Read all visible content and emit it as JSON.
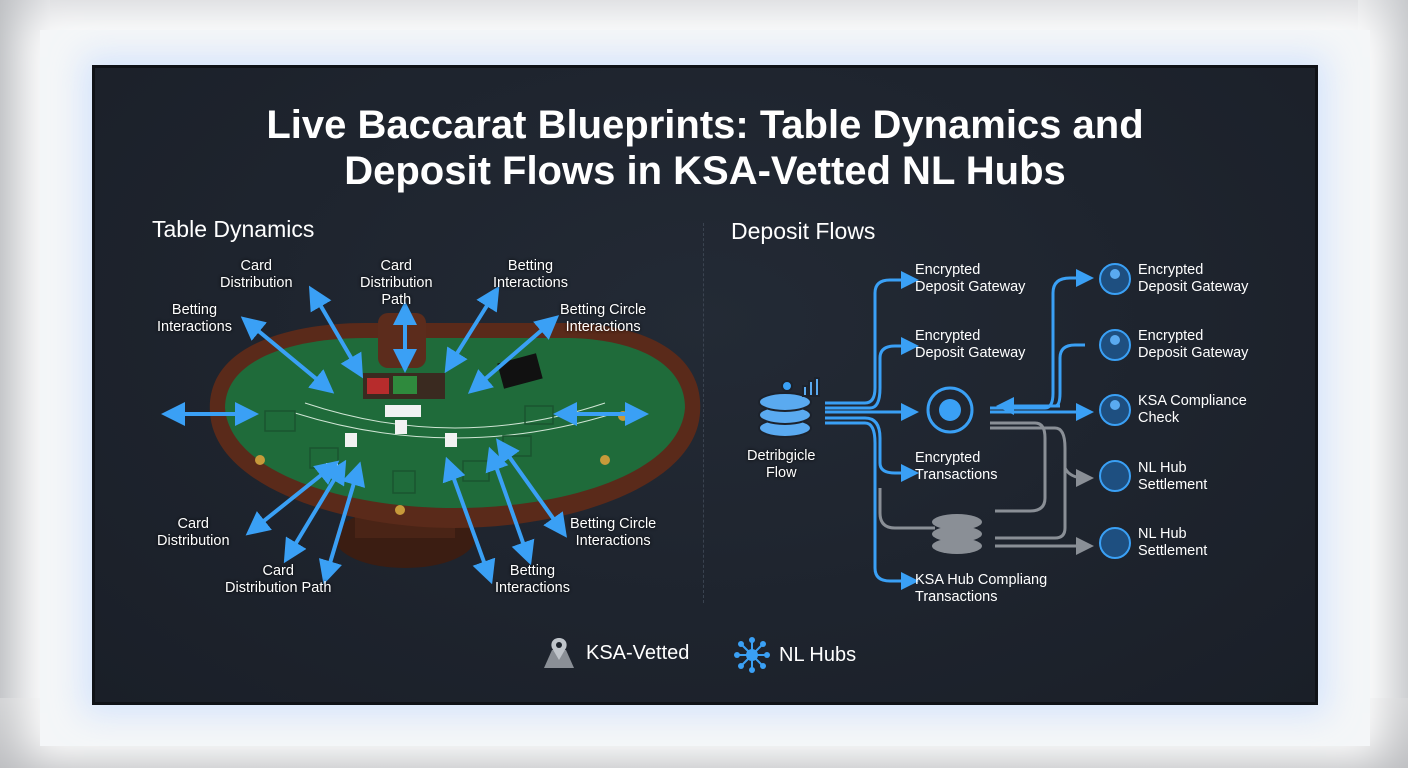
{
  "title_line1": "Live Baccarat Blueprints: Table Dynamics and",
  "title_line2": "Deposit Flows in KSA-Vetted NL Hubs",
  "table_dynamics": {
    "heading": "Table Dynamics",
    "labels": [
      {
        "l1": "Card",
        "l2": "Distribution"
      },
      {
        "l1": "Card",
        "l2": "Distribution",
        "l3": "Path"
      },
      {
        "l1": "Betting",
        "l2": "Interactions"
      },
      {
        "l1": "Betting",
        "l2": "Interactions"
      },
      {
        "l1": "Betting Circle",
        "l2": "Interactions"
      },
      {
        "l1": "Card",
        "l2": "Distribution"
      },
      {
        "l1": "Card",
        "l2": "Distribution Path"
      },
      {
        "l1": "Betting",
        "l2": "Interactions"
      },
      {
        "l1": "Betting Circle",
        "l2": "Interactions"
      }
    ]
  },
  "deposit_flows": {
    "heading": "Deposit Flows",
    "source": {
      "l1": "Detribgicle",
      "l2": "Flow",
      "icon": "database-icon"
    },
    "middle": [
      {
        "l1": "Encrypted",
        "l2": "Deposit Gateway"
      },
      {
        "l1": "Encrypted",
        "l2": "Deposit Gateway"
      },
      {
        "l1": "Encrypted",
        "l2": "Transactions"
      },
      {
        "l1": "KSA Hub Compliang",
        "l2": "Transactions"
      }
    ],
    "right": [
      {
        "l1": "Encrypted",
        "l2": "Deposit Gateway",
        "icon": "user-icon"
      },
      {
        "l1": "Encrypted",
        "l2": "Deposit Gateway",
        "icon": "user-icon"
      },
      {
        "l1": "KSA Compliance",
        "l2": "Check",
        "icon": "user-icon"
      },
      {
        "l1": "NL Hub",
        "l2": "Settlement",
        "icon": "hub-icon"
      },
      {
        "l1": "NL Hub",
        "l2": "Settlement",
        "icon": "database-icon"
      }
    ]
  },
  "legend": [
    {
      "label": "KSA-Vetted",
      "icon": "map-pin-icon"
    },
    {
      "label": "NL Hubs",
      "icon": "network-icon"
    }
  ],
  "colors": {
    "accent": "#3aa0f5",
    "screen": "#1c222c",
    "felt": "#1f6b3a",
    "wood": "#5a2a1a",
    "gray_flow": "#8a8f96"
  }
}
